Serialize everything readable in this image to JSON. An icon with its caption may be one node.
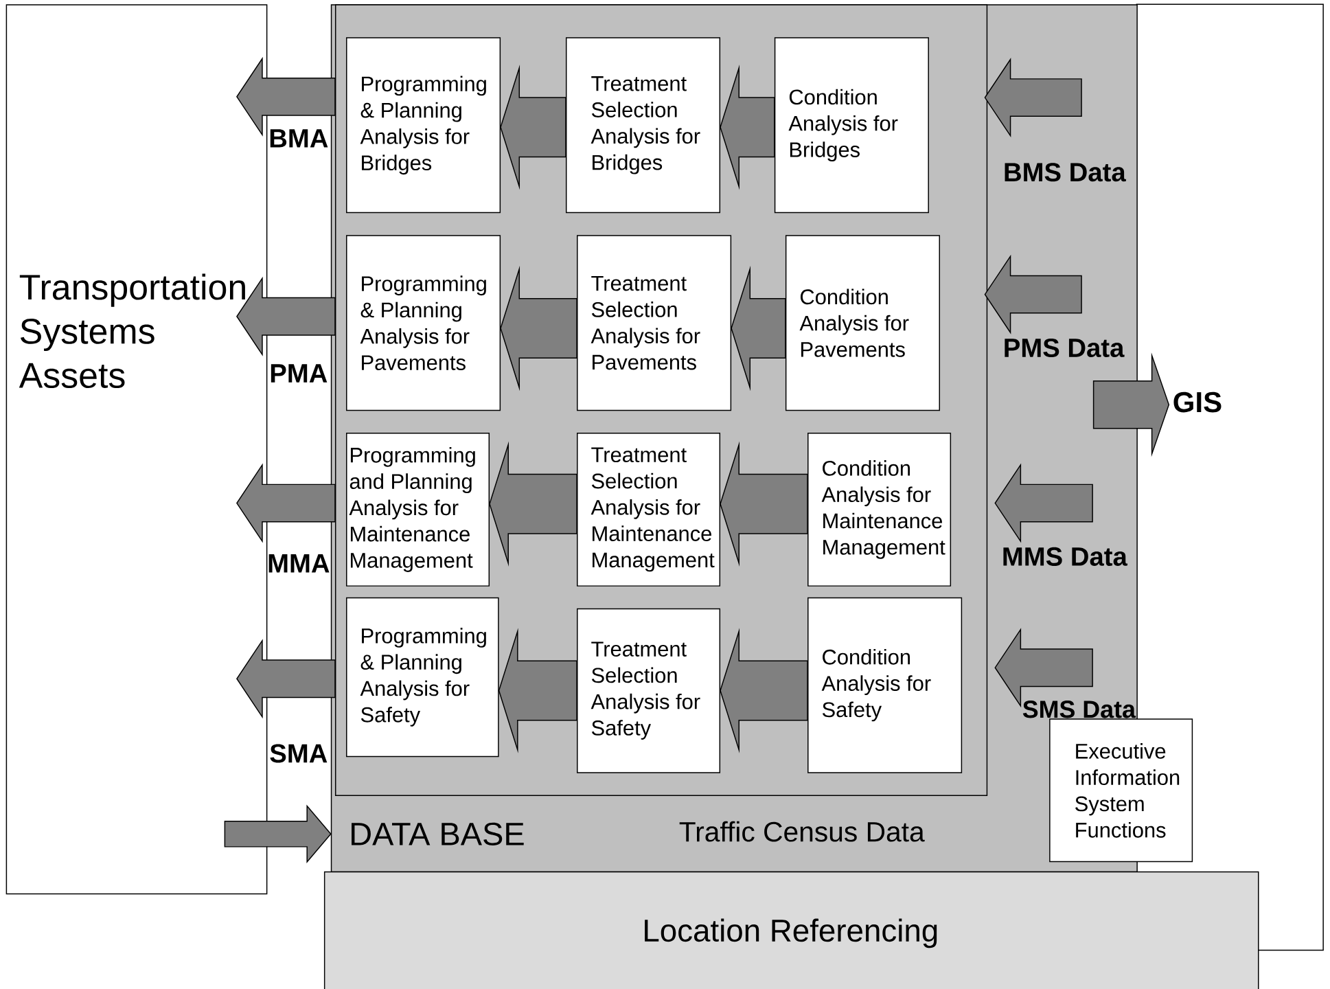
{
  "diagram": {
    "nodes": [
      {
        "text": [
          "Transportation Systems Assets"
        ]
      },
      {
        "text": [
          "DATA BASE",
          "Traffic Census Data"
        ]
      },
      {
        "text": [],
        "shape": "box",
        "in": 1
      },
      {
        "text": [
          "Programming & Planning Analysis for Bridges"
        ],
        "in": 2
      },
      {
        "text": [
          "Treatment Selection Analysis for Bridges"
        ],
        "in": 2
      },
      {
        "text": [
          "Condition Analysis for Bridges"
        ],
        "in": 2
      },
      {
        "text": [
          "Programming & Planning Analysis for Pavements"
        ],
        "in": 2
      },
      {
        "text": [
          "Treatment Selection Analysis for Pavements"
        ],
        "in": 2
      },
      {
        "text": [
          "Condition Analysis for Pavements"
        ],
        "in": 2
      },
      {
        "text": [
          "Programming and Planning Analysis for Maintenance Management"
        ],
        "in": 2
      },
      {
        "text": [
          "Treatment Selection Analysis for Maintenance Management"
        ],
        "in": 2
      },
      {
        "text": [
          "Condition Analysis for Maintenance Management"
        ],
        "in": 2
      },
      {
        "text": [
          "Programming & Planning Analysis for Safety"
        ],
        "in": 2
      },
      {
        "text": [
          "Treatment Selection Analysis for Safety"
        ],
        "in": 2
      },
      {
        "text": [
          "Condition Analysis for Safety"
        ],
        "in": 2
      },
      {
        "text": [
          "GIS"
        ]
      },
      {
        "text": [
          "Executive Information System Functions"
        ]
      },
      {
        "text": [
          "Location Referencing"
        ]
      }
    ],
    "edges": [
      {
        "from": 5,
        "to": 4,
        "arrow": "to"
      },
      {
        "from": 4,
        "to": 3,
        "arrow": "to"
      },
      {
        "from": 8,
        "to": 7,
        "arrow": "to"
      },
      {
        "from": 7,
        "to": 6,
        "arrow": "to"
      },
      {
        "from": 11,
        "to": 10,
        "arrow": "to"
      },
      {
        "from": 10,
        "to": 9,
        "arrow": "to"
      },
      {
        "from": 14,
        "to": 13,
        "arrow": "to"
      },
      {
        "from": 13,
        "to": 12,
        "arrow": "to"
      },
      {
        "from": 2,
        "to": 0,
        "arrow": "to",
        "label": "BMA"
      },
      {
        "from": 2,
        "to": 0,
        "arrow": "to",
        "label": "PMA"
      },
      {
        "from": 2,
        "to": 0,
        "arrow": "to",
        "label": "MMA"
      },
      {
        "from": 2,
        "to": 0,
        "arrow": "to",
        "label": "SMA"
      },
      {
        "from": 0,
        "to": 1,
        "arrow": "to"
      },
      {
        "from": null,
        "to": 2,
        "arrow": "to",
        "label": "BMS Data"
      },
      {
        "from": null,
        "to": 2,
        "arrow": "to",
        "label": "PMS Data"
      },
      {
        "from": null,
        "to": 2,
        "arrow": "to",
        "label": "MMS Data"
      },
      {
        "from": null,
        "to": 2,
        "arrow": "to",
        "label": "SMS Data"
      },
      {
        "from": 1,
        "to": 15,
        "arrow": "to"
      }
    ]
  }
}
